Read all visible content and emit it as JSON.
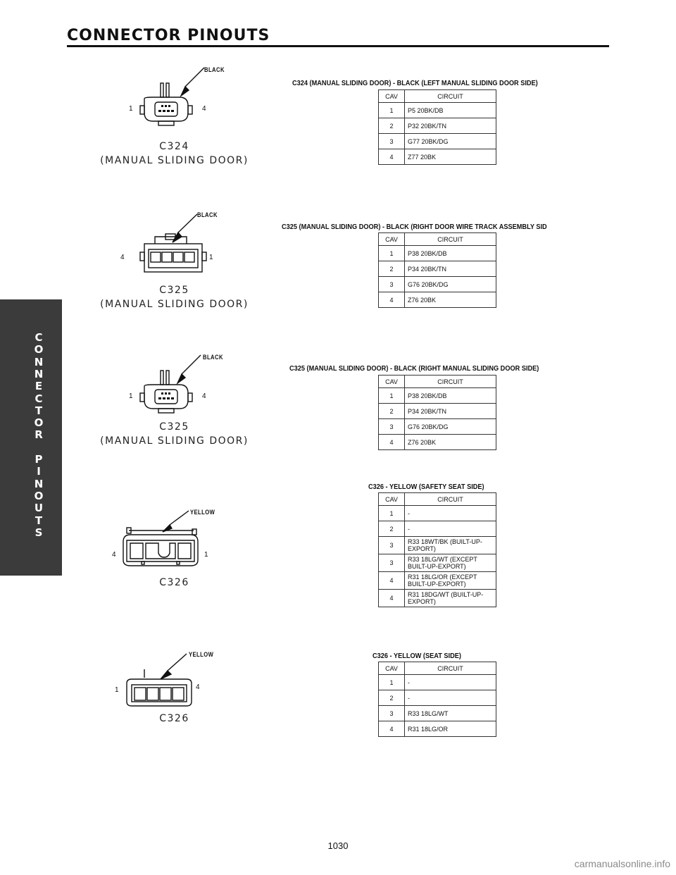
{
  "header": {
    "title": "CONNECTOR PINOUTS"
  },
  "side_tab": {
    "letters": [
      "C",
      "O",
      "N",
      "N",
      "E",
      "C",
      "T",
      "O",
      "R",
      "",
      "P",
      "I",
      "N",
      "O",
      "U",
      "T",
      "S"
    ]
  },
  "connectors": [
    {
      "color": "BLACK",
      "pin_left": "1",
      "pin_right": "4",
      "name_line1": "C324",
      "name_line2": "(MANUAL SLIDING DOOR)"
    },
    {
      "color": "BLACK",
      "pin_left": "4",
      "pin_right": "1",
      "name_line1": "C325",
      "name_line2": "(MANUAL SLIDING DOOR)"
    },
    {
      "color": "BLACK",
      "pin_left": "1",
      "pin_right": "4",
      "name_line1": "C325",
      "name_line2": "(MANUAL SLIDING DOOR)"
    },
    {
      "color": "YELLOW",
      "pin_left": "4",
      "pin_right": "1",
      "name_line1": "C326",
      "name_line2": ""
    },
    {
      "color": "YELLOW",
      "pin_left": "1",
      "pin_right": "4",
      "name_line1": "C326",
      "name_line2": ""
    }
  ],
  "tables": [
    {
      "title": "C324 (MANUAL SLIDING DOOR) - BLACK (LEFT MANUAL SLIDING DOOR SIDE)",
      "headers": [
        "CAV",
        "CIRCUIT"
      ],
      "rows": [
        [
          "1",
          "P5 20BK/DB"
        ],
        [
          "2",
          "P32 20BK/TN"
        ],
        [
          "3",
          "G77 20BK/DG"
        ],
        [
          "4",
          "Z77 20BK"
        ]
      ]
    },
    {
      "title": "C325 (MANUAL SLIDING DOOR) - BLACK (RIGHT DOOR WIRE TRACK ASSEMBLY SID",
      "headers": [
        "CAV",
        "CIRCUIT"
      ],
      "rows": [
        [
          "1",
          "P38 20BK/DB"
        ],
        [
          "2",
          "P34 20BK/TN"
        ],
        [
          "3",
          "G76 20BK/DG"
        ],
        [
          "4",
          "Z76 20BK"
        ]
      ]
    },
    {
      "title": "C325 (MANUAL SLIDING DOOR) - BLACK (RIGHT MANUAL SLIDING DOOR SIDE)",
      "headers": [
        "CAV",
        "CIRCUIT"
      ],
      "rows": [
        [
          "1",
          "P38 20BK/DB"
        ],
        [
          "2",
          "P34 20BK/TN"
        ],
        [
          "3",
          "G76 20BK/DG"
        ],
        [
          "4",
          "Z76 20BK"
        ]
      ]
    },
    {
      "title": "C326 - YELLOW (SAFETY SEAT SIDE)",
      "headers": [
        "CAV",
        "CIRCUIT"
      ],
      "rows": [
        [
          "1",
          "-"
        ],
        [
          "2",
          "-"
        ],
        [
          "3",
          "R33 18WT/BK (BUILT-UP-EXPORT)"
        ],
        [
          "3",
          "R33 18LG/WT (EXCEPT BUILT-UP-EXPORT)"
        ],
        [
          "4",
          "R31 18LG/OR (EXCEPT BUILT-UP-EXPORT)"
        ],
        [
          "4",
          "R31 18DG/WT (BUILT-UP-EXPORT)"
        ]
      ]
    },
    {
      "title": "C326 - YELLOW (SEAT SIDE)",
      "headers": [
        "CAV",
        "CIRCUIT"
      ],
      "rows": [
        [
          "1",
          "-"
        ],
        [
          "2",
          "-"
        ],
        [
          "3",
          "R33 18LG/WT"
        ],
        [
          "4",
          "R31 18LG/OR"
        ]
      ]
    }
  ],
  "footer": {
    "page_number": "1030",
    "watermark": "carmanualsonline.info"
  }
}
